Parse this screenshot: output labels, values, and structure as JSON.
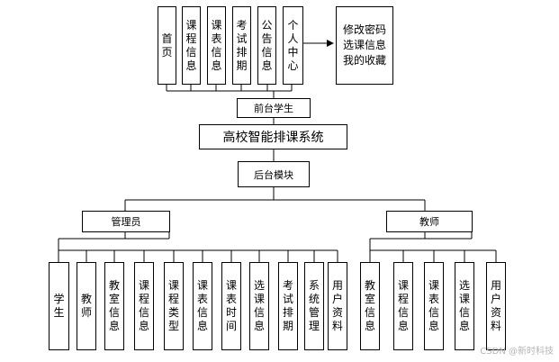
{
  "front": {
    "modules": [
      "首页",
      "课程信息",
      "课表信息",
      "考试排期",
      "公告信息",
      "个人中心"
    ],
    "personal_sub": [
      "修改密码",
      "选课信息",
      "我的收藏"
    ],
    "label": "前台学生"
  },
  "system_title": "高校智能排课系统",
  "backend_label": "后台模块",
  "admin": {
    "label": "管理员",
    "items": [
      "学生",
      "教师",
      "教室信息",
      "课程信息",
      "课程类型",
      "课表信息",
      "课表时间",
      "选课信息",
      "考试排期",
      "系统管理",
      "用户资料"
    ]
  },
  "teacher": {
    "label": "教师",
    "items": [
      "教室信息",
      "课程信息",
      "课表信息",
      "选课信息",
      "用户资料"
    ]
  },
  "watermark": "CSDN @新时科技"
}
